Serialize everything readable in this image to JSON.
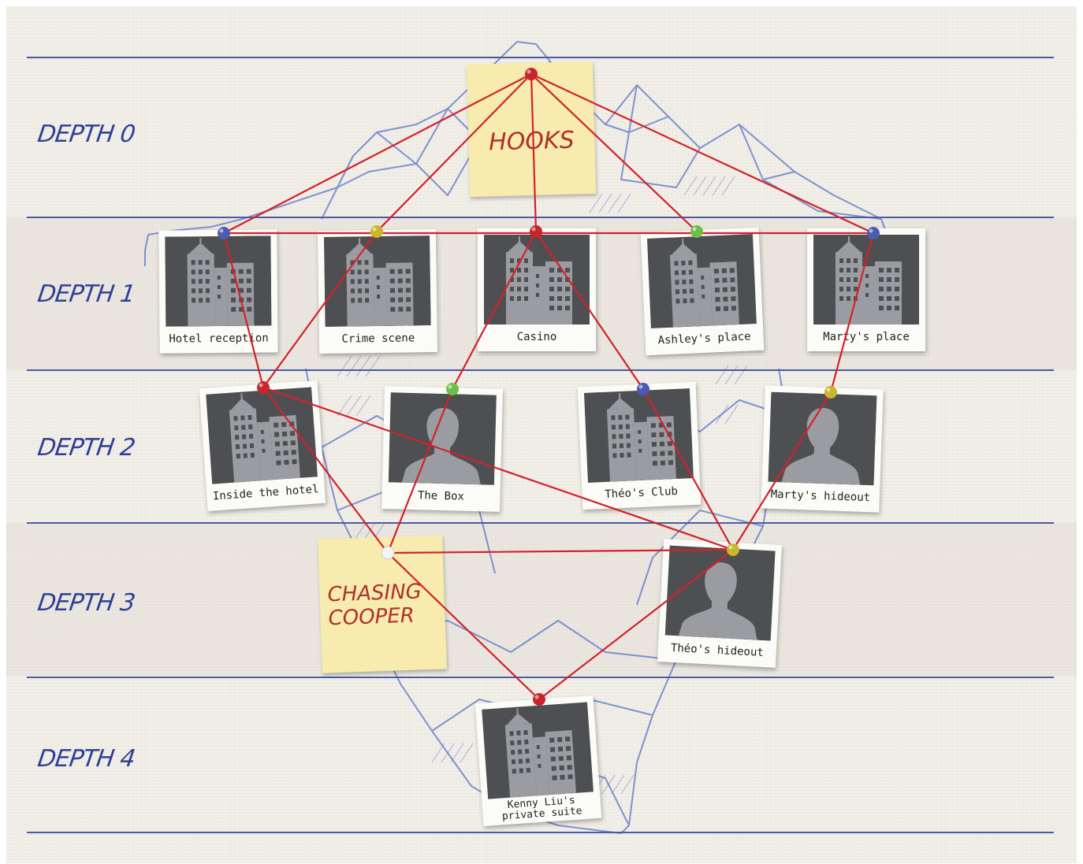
{
  "depth_labels": [
    "DEPTH 0",
    "DEPTH 1",
    "DEPTH 2",
    "DEPTH 3",
    "DEPTH 4"
  ],
  "hooks_note": "HOOKS",
  "chasing_note": {
    "line1": "CHASING",
    "line2": "COOPER"
  },
  "cards": {
    "hotel_reception": "Hotel reception",
    "crime_scene": "Crime scene",
    "casino": "Casino",
    "ashleys_place": "Ashley's place",
    "martys_place": "Marty's place",
    "inside_the_hotel": "Inside the hotel",
    "the_box": "The Box",
    "theos_club": "Théo's Club",
    "martys_hideout": "Marty's hideout",
    "theos_hideout": "Théo's hideout",
    "kenny_lius_suite": "Kenny Liu's private suite"
  },
  "colors": {
    "rule": "#4a5aa3",
    "string": "#d2222a",
    "label": "#2f3f96",
    "sticky": "#f7ecad",
    "photo": "#4e4f52",
    "pin_red": "#c8252c",
    "pin_blue": "#4d5bb0",
    "pin_green": "#6cc04a",
    "pin_yellow": "#c9b62a",
    "pin_white": "#f4f4f4"
  },
  "icons": {
    "location": "building-icon",
    "character": "person-silhouette-icon",
    "pin": "push-pin-icon"
  }
}
